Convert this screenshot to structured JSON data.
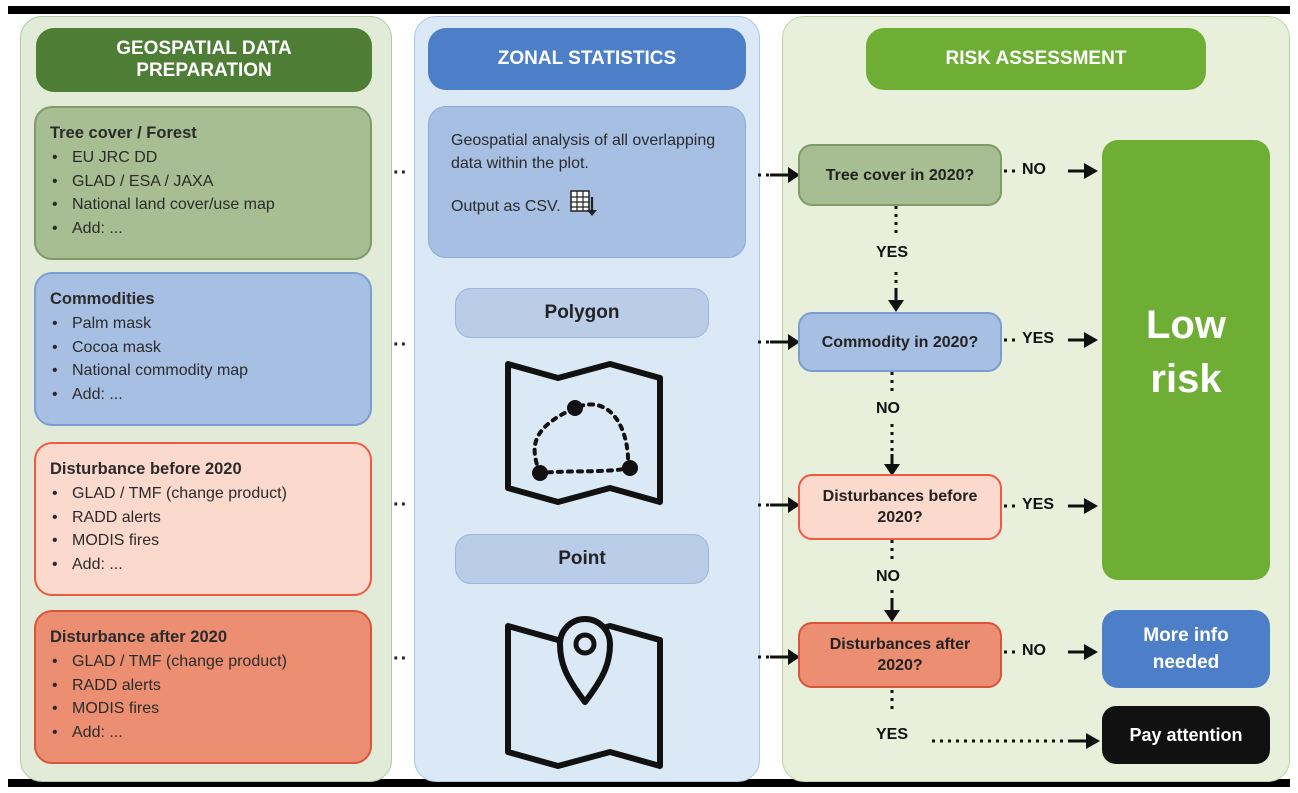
{
  "prep": {
    "header": "GEOSPATIAL DATA PREPARATION",
    "boxes": [
      {
        "title": "Tree cover / Forest",
        "items": [
          "EU JRC DD",
          "GLAD / ESA / JAXA",
          "National land cover/use map",
          "Add: ..."
        ]
      },
      {
        "title": "Commodities",
        "items": [
          "Palm mask",
          "Cocoa mask",
          "National commodity map",
          "Add: ..."
        ]
      },
      {
        "title": "Disturbance before 2020",
        "items": [
          "GLAD / TMF (change product)",
          "RADD alerts",
          "MODIS fires",
          "Add: ..."
        ]
      },
      {
        "title": "Disturbance after 2020",
        "items": [
          "GLAD / TMF (change product)",
          "RADD alerts",
          "MODIS fires",
          "Add: ..."
        ]
      }
    ]
  },
  "zonal": {
    "header": "ZONAL STATISTICS",
    "analysis_text": "Geospatial analysis of all overlapping data within the plot.",
    "output_text": "Output as CSV.",
    "polygon_label": "Polygon",
    "point_label": "Point"
  },
  "risk": {
    "header": "RISK ASSESSMENT",
    "q1": "Tree cover in 2020?",
    "q2": "Commodity in 2020?",
    "q3": "Disturbances before 2020?",
    "q4": "Disturbances after 2020?",
    "q1_no": "NO",
    "q1_yes": "YES",
    "q2_yes": "YES",
    "q2_no": "NO",
    "q3_yes": "YES",
    "q3_no": "NO",
    "q4_no": "NO",
    "q4_yes": "YES",
    "low_risk": "Low risk",
    "more_info": "More info needed",
    "pay_attention": "Pay attention"
  },
  "colors": {
    "prep_header": "#4e7d35",
    "zonal_header": "#4d7fc8",
    "risk_header": "#6fae35",
    "low_risk": "#6fae35",
    "more_info": "#4d7fc8",
    "pay_attention": "#111111"
  }
}
